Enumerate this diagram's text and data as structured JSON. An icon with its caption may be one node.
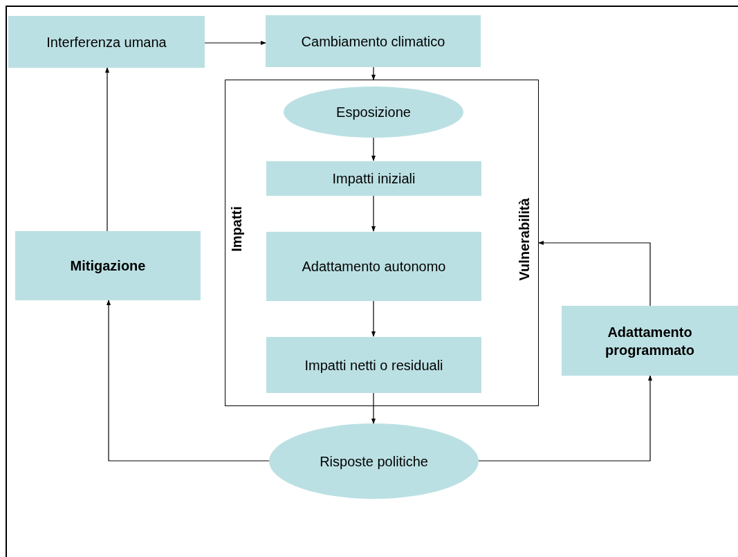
{
  "diagram": {
    "nodes": [
      {
        "text": [
          "Interferenza umana"
        ]
      },
      {
        "text": [
          "Cambiamento climatico"
        ]
      },
      {
        "text": [
          "Impatti",
          "Vulnerabilità"
        ]
      },
      {
        "text": [
          "Esposizione"
        ],
        "in": 2
      },
      {
        "text": [
          "Impatti iniziali"
        ],
        "in": 2
      },
      {
        "text": [
          "Adattamento autonomo"
        ],
        "in": 2
      },
      {
        "text": [
          "Impatti netti o residuali"
        ],
        "in": 2
      },
      {
        "text": [
          "Mitigazione"
        ]
      },
      {
        "text": [
          "Risposte politiche"
        ]
      },
      {
        "text": [
          "Adattamento programmato"
        ]
      }
    ],
    "edges": [
      {
        "from": 0,
        "to": 1,
        "arrow": "to"
      },
      {
        "from": 1,
        "to": 2,
        "arrow": "to"
      },
      {
        "from": 3,
        "to": 4,
        "arrow": "to"
      },
      {
        "from": 4,
        "to": 5,
        "arrow": "to"
      },
      {
        "from": 5,
        "to": 6,
        "arrow": "to"
      },
      {
        "from": 6,
        "to": 8,
        "arrow": "to"
      },
      {
        "from": 8,
        "to": 7,
        "arrow": "to"
      },
      {
        "from": 7,
        "to": 0,
        "arrow": "to"
      },
      {
        "from": 8,
        "to": 9,
        "arrow": "to"
      },
      {
        "from": 9,
        "to": 2,
        "arrow": "to"
      }
    ]
  }
}
